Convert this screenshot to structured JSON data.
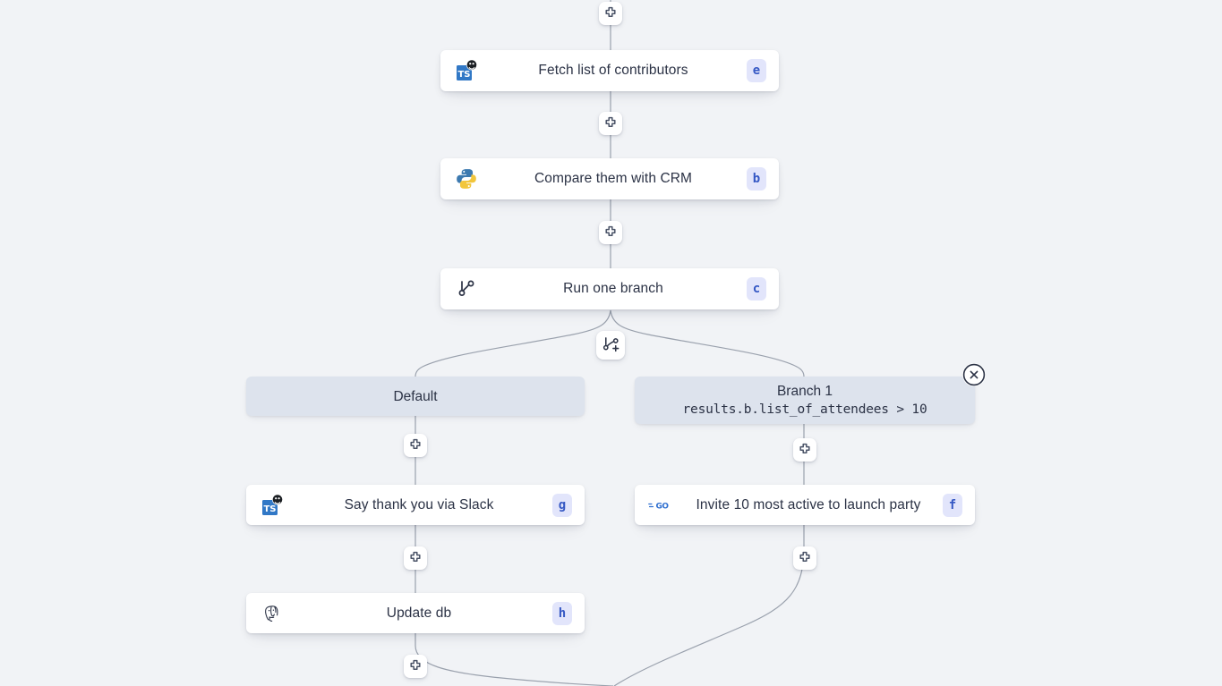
{
  "canvas": {
    "background_color": "#f1f3f6",
    "edge_color": "#9aa1ad",
    "accent_badge_bg": "#e2e5fb",
    "accent_badge_fg": "#3558c4",
    "branch_chip_bg": "#dde3ed",
    "node_bg": "#ffffff",
    "text_color": "#2b3245"
  },
  "nodes": [
    {
      "id": "fetch",
      "title": "Fetch list of contributors",
      "badge": "e",
      "icon": "typescript-github-icon"
    },
    {
      "id": "compare",
      "title": "Compare them with CRM",
      "badge": "b",
      "icon": "python-icon"
    },
    {
      "id": "branch",
      "title": "Run one branch",
      "badge": "c",
      "icon": "git-branch-icon"
    },
    {
      "id": "slack",
      "title": "Say thank you via Slack",
      "badge": "g",
      "icon": "typescript-github-icon"
    },
    {
      "id": "invite",
      "title": "Invite 10 most active to launch party",
      "badge": "f",
      "icon": "golang-icon"
    },
    {
      "id": "updatedb",
      "title": "Update db",
      "badge": "h",
      "icon": "postgresql-icon"
    }
  ],
  "branches": [
    {
      "id": "default",
      "name": "Default",
      "condition": ""
    },
    {
      "id": "branch1",
      "name": "Branch 1",
      "condition": "results.b.list_of_attendees > 10"
    }
  ],
  "controls": {
    "add_step_icon": "plus-icon",
    "add_branch_icon": "add-branch-icon",
    "remove_branch_icon": "close-circle-icon"
  }
}
